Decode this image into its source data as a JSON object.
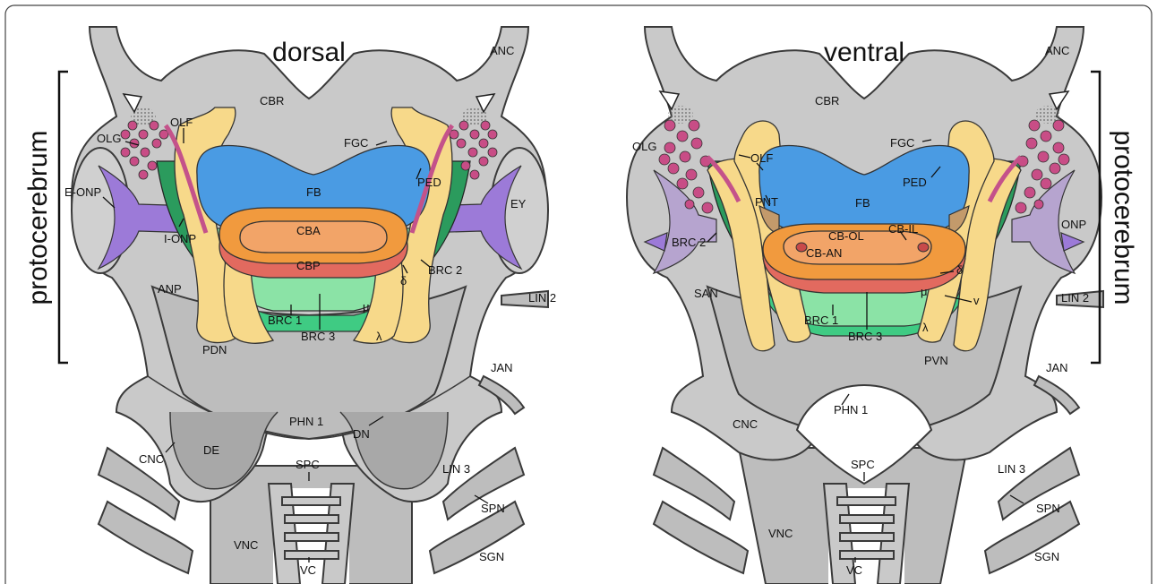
{
  "panels": {
    "dorsal": {
      "title": "dorsal",
      "labels": {
        "anc": "ANC",
        "cbr": "CBR",
        "olf": "OLF",
        "olg": "OLG",
        "fgc": "FGC",
        "fb": "FB",
        "ped": "PED",
        "e_onp": "E-ONP",
        "ey": "EY",
        "i_onp": "I-ONP",
        "cba": "CBA",
        "cbp": "CBP",
        "brc2": "BRC 2",
        "delta": "δ",
        "anp": "ANP",
        "mu": "μ",
        "lin2": "LIN 2",
        "brc1": "BRC 1",
        "brc3": "BRC 3",
        "lambda": "λ",
        "pdn": "PDN",
        "jan": "JAN",
        "phn1": "PHN 1",
        "dn": "DN",
        "cnc": "CNC",
        "de": "DE",
        "spc": "SPC",
        "lin3": "LIN 3",
        "spn": "SPN",
        "vnc": "VNC",
        "sgn": "SGN",
        "vc": "VC"
      }
    },
    "ventral": {
      "title": "ventral",
      "labels": {
        "anc": "ANC",
        "cbr": "CBR",
        "olg": "OLG",
        "olf": "OLF",
        "fgc": "FGC",
        "ped": "PED",
        "pnt": "PNT",
        "fb": "FB",
        "onp": "ONP",
        "cb_il": "CB-IL",
        "cb_ol": "CB-OL",
        "brc2": "BRC 2",
        "cb_an": "CB-AN",
        "delta": "δ",
        "san": "SAN",
        "mu": "μ",
        "nu": "v",
        "lin2": "LIN 2",
        "brc1": "BRC 1",
        "brc3": "BRC 3",
        "lambda": "λ",
        "pvn": "PVN",
        "jan": "JAN",
        "phn1": "PHN 1",
        "cnc": "CNC",
        "spc": "SPC",
        "lin3": "LIN 3",
        "spn": "SPN",
        "vnc": "VNC",
        "sgn": "SGN",
        "vc": "VC"
      }
    }
  },
  "side_labels": {
    "left": "protocerebrum",
    "right": "protocerebrum"
  }
}
